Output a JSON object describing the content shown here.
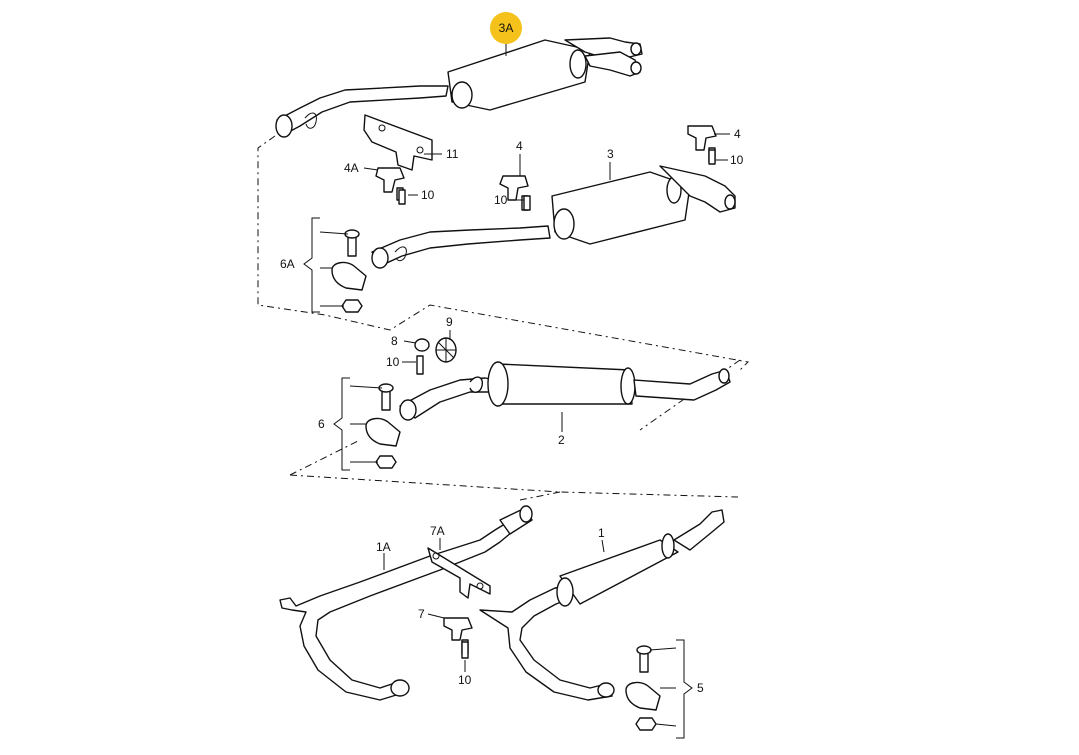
{
  "labels": {
    "p3A": "3A",
    "p11": "11",
    "p4A": "4A",
    "p10a": "10",
    "p4a": "4",
    "p3": "3",
    "p4b": "4",
    "p10b": "10",
    "p10c": "10",
    "p6A": "6A",
    "p9": "9",
    "p8": "8",
    "p10d": "10",
    "p2": "2",
    "p6": "6",
    "p7A": "7A",
    "p1A": "1A",
    "p1": "1",
    "p7": "7",
    "p10e": "10",
    "p5": "5"
  },
  "colors": {
    "highlight": "#f5c21b",
    "line": "#111111",
    "background": "#ffffff"
  }
}
